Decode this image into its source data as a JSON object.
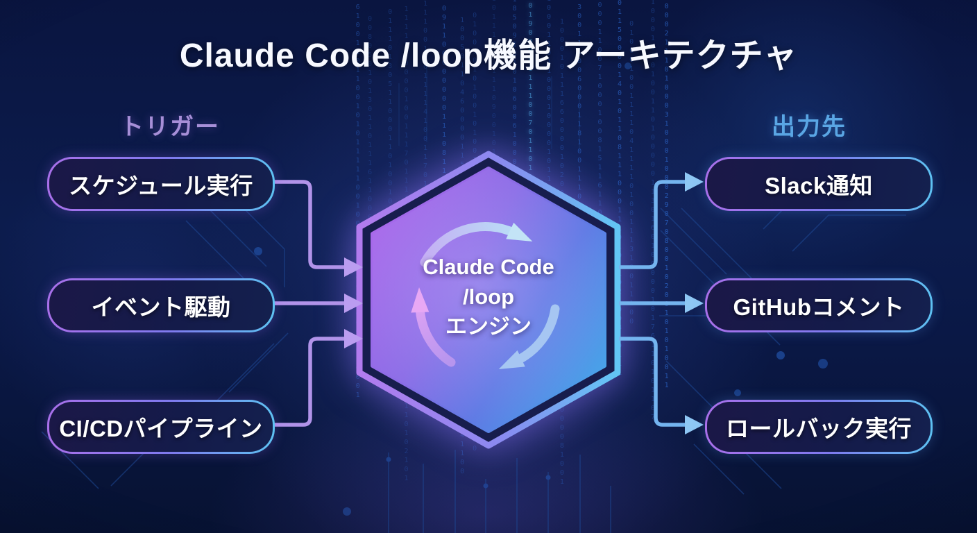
{
  "title": "Claude Code /loop機能 アーキテクチャ",
  "triggers": {
    "heading": "トリガー",
    "items": [
      {
        "label": "スケジュール実行"
      },
      {
        "label": "イベント駆動"
      },
      {
        "label": "CI/CDパイプライン"
      }
    ]
  },
  "outputs": {
    "heading": "出力先",
    "items": [
      {
        "label": "Slack通知"
      },
      {
        "label": "GitHubコメント"
      },
      {
        "label": "ロールバック実行"
      }
    ]
  },
  "engine": {
    "line1": "Claude Code",
    "line2": "/loop",
    "line3": "エンジン"
  },
  "colors": {
    "trigger_heading": "#a78fd8",
    "output_heading": "#5aa6e4",
    "connector_left": "#b193e9",
    "connector_right": "#74b4ef",
    "border_purple": "#a970ea",
    "border_cyan": "#5ec2f2",
    "hexagon_fill_left": "#a868ea",
    "hexagon_fill_right": "#49a2e8",
    "background_navy": "#0b1947"
  }
}
